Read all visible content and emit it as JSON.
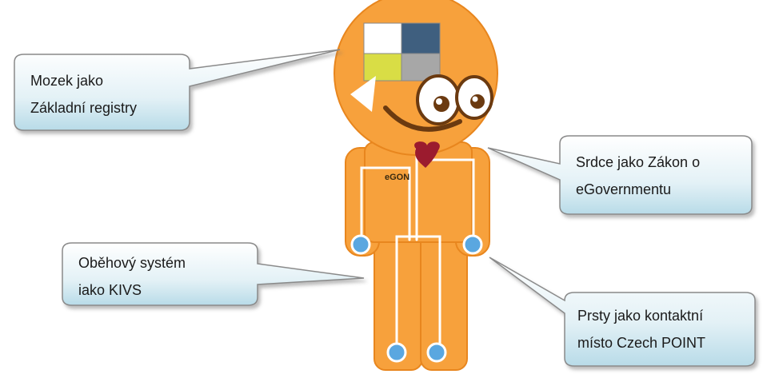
{
  "mascot": {
    "name_label": "eGON"
  },
  "callouts": {
    "brain": {
      "line1": "Mozek jako",
      "line2": "Základní registry"
    },
    "heart": {
      "line1": "Srdce jako Zákon o",
      "line2": "eGovernmentu"
    },
    "circulation": {
      "line1": "Oběhový systém",
      "line2": "iako KIVS"
    },
    "fingers": {
      "line1": "Prsty jako kontaktní",
      "line2": "místo Czech POINT"
    }
  },
  "colors": {
    "body": "#f7a13c",
    "body_outline": "#e8861e",
    "heart": "#9b1b2e",
    "joint": "#5aa7e0",
    "brain_dark": "#3f5f7f",
    "brain_yellow": "#d9dd45",
    "brain_grey": "#a7a7a7",
    "callout_fill_top": "#ffffff",
    "callout_fill_bottom": "#c6e4ee",
    "callout_border": "#8a8a8a"
  }
}
